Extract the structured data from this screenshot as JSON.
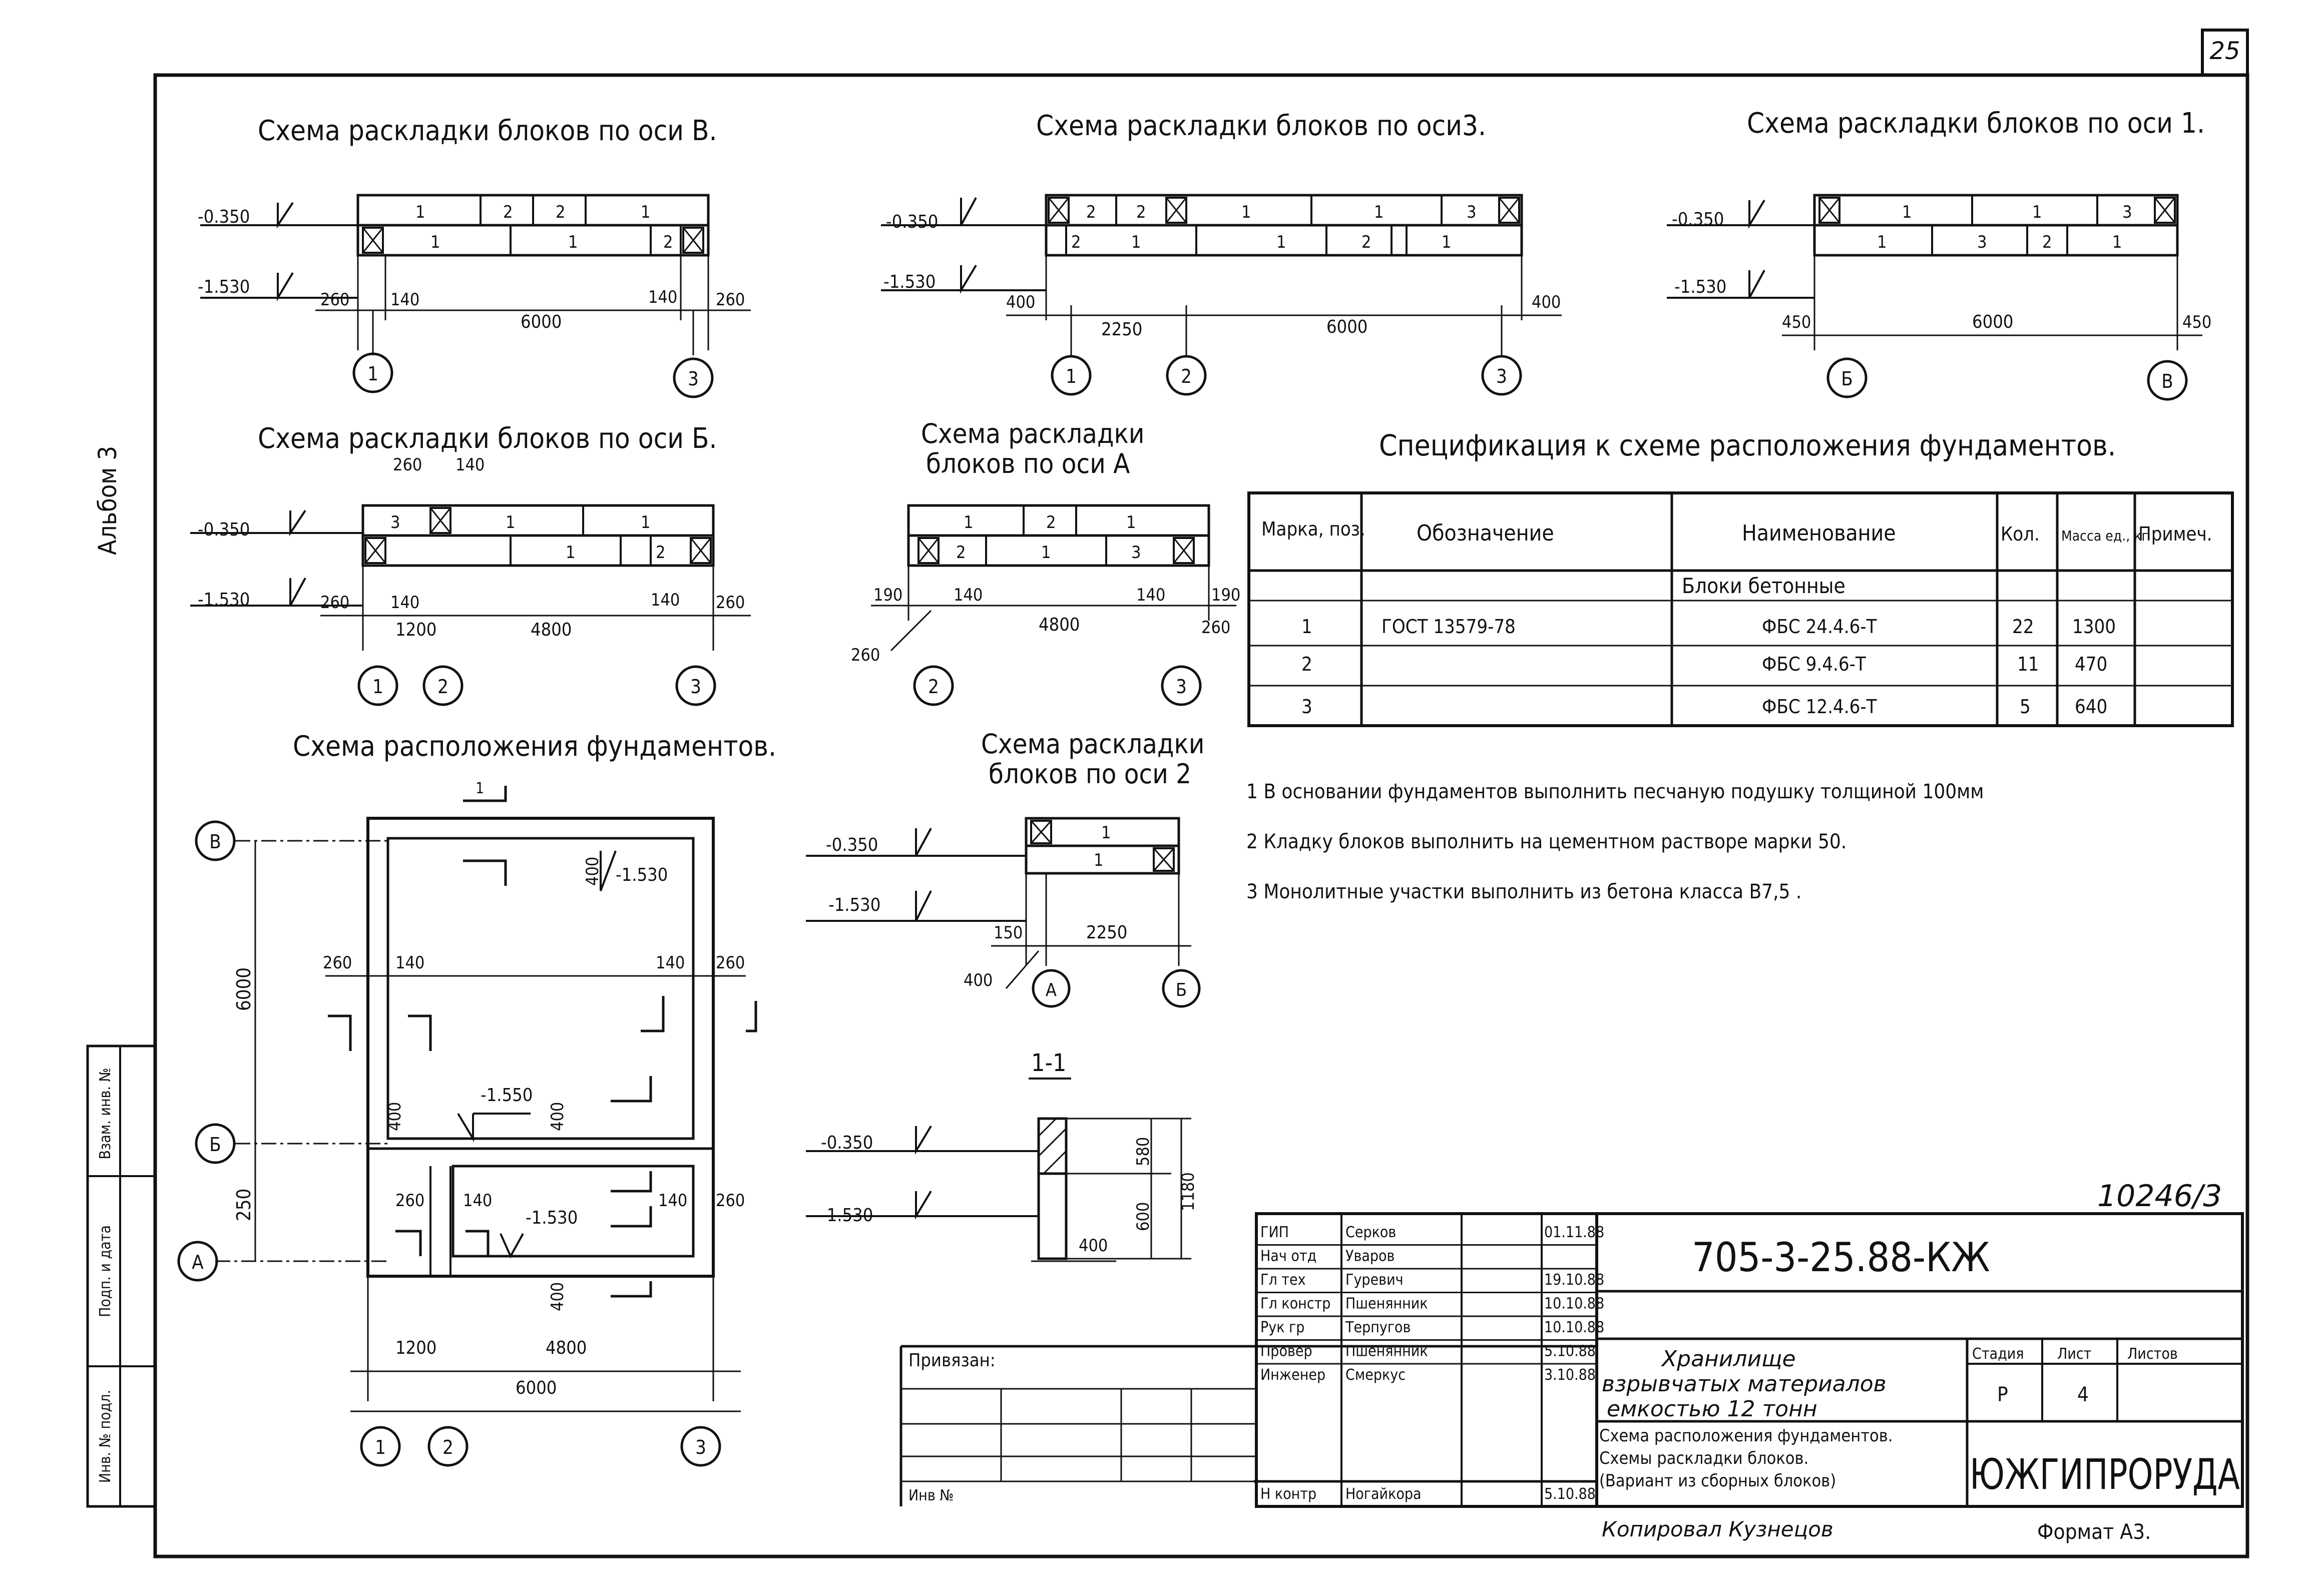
{
  "sheet": {
    "page_number": "25",
    "album": "Альбом 3",
    "doc_code": "705-3-25.88-КЖ",
    "handwritten_code": "10246/3",
    "format": "Формат А3.",
    "copied_by": "Копировал Кузнецов",
    "org": "ЮЖГИПРОРУДА",
    "linked_label": "Привязан:",
    "inv_label": "Инв №"
  },
  "side_stamp": [
    "Взам. инв. №",
    "Подп. и дата",
    "Инв. № подл."
  ],
  "schemes": {
    "axis_v": "Схема раскладки блоков по оси В.",
    "axis_3": "Схема раскладки блоков по оси3.",
    "axis_1": "Схема раскладки блоков по оси 1.",
    "axis_b": "Схема раскладки блоков по оси Б.",
    "axis_a_1": "Схема раскладки",
    "axis_a_2": "блоков по оси А",
    "plan": "Схема расположения фундаментов.",
    "axis_2_1": "Схема раскладки",
    "axis_2_2": "блоков по оси 2",
    "section": "1-1"
  },
  "levels": {
    "top": "-0.350",
    "bottom": "-1.530"
  },
  "spec": {
    "title": "Спецификация к схеме расположения фундаментов.",
    "headers": [
      "Марка, поз.",
      "Обозначение",
      "Наименование",
      "Кол.",
      "Масса ед., кг",
      "Примеч."
    ],
    "group": "Блоки бетонные",
    "rows": [
      {
        "pos": "1",
        "designation": "ГОСТ 13579-78",
        "name": "ФБС 24.4.6-Т",
        "qty": "22",
        "mass": "1300"
      },
      {
        "pos": "2",
        "designation": "",
        "name": "ФБС 9.4.6-Т",
        "qty": "11",
        "mass": "470"
      },
      {
        "pos": "3",
        "designation": "",
        "name": "ФБС 12.4.6-Т",
        "qty": "5",
        "mass": "640"
      }
    ]
  },
  "notes": [
    "1 В основании фундаментов выполнить песчаную подушку толщиной 100мм",
    "2 Кладку блоков выполнить на цементном растворе марки 50.",
    "3 Монолитные участки выполнить из бетона класса В7,5 ."
  ],
  "title_block": {
    "roles": [
      "ГИП",
      "Нач отд",
      "Гл тех",
      "Гл констр",
      "Рук гр",
      "Провер",
      "Инженер",
      "Н контр"
    ],
    "names": [
      "Серков",
      "Уваров",
      "Гуревич",
      "Пшенянник",
      "Терпугов",
      "Пшенянник",
      "Смеркус",
      "Ногайкора"
    ],
    "dates": [
      "01.11.88",
      "",
      "19.10.88",
      "10.10.88",
      "10.10.88",
      "5.10.88",
      "3.10.88",
      "5.10.88"
    ],
    "object_1": "Хранилище",
    "object_2": "взрывчатых материалов",
    "object_3": "емкостью 12 тонн",
    "content_1": "Схема расположения фундаментов.",
    "content_2": "Схемы раскладки блоков.",
    "content_3": "(Вариант из сборных блоков)",
    "stage_label": "Стадия",
    "sheet_label": "Лист",
    "sheets_label": "Листов",
    "stage": "Р",
    "sheet": "4",
    "sheets": ""
  }
}
